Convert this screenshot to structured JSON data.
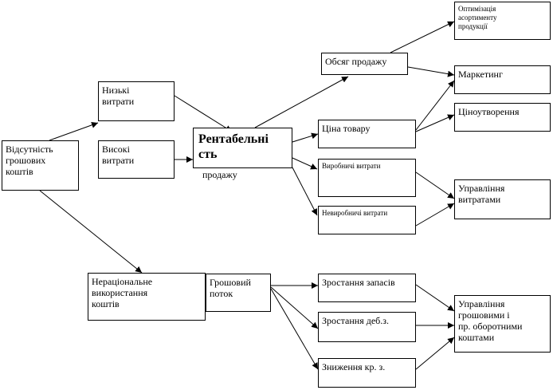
{
  "diagram": {
    "nodes": {
      "cash_shortage": "Відсутність\nгрошових\nкоштів",
      "low_costs": "Низькі\nвитрати",
      "high_costs": "Високі\nвитрати",
      "profitability_title": "Рентабельні\nсть",
      "profitability_sub": "продажу",
      "sales_volume": "Обсяг продажу",
      "price": "Ціна товару",
      "production_costs": "Виробничі витрати",
      "nonproduction_costs": "Невиробничі витрати",
      "assortment": "Оптимізація\nасортименту\nпродукції",
      "marketing": "Маркетинг",
      "pricing": "Ціноутворення",
      "cost_management": "Управління\nвитратами",
      "irrational_use": "Нераціональне\nвикористання\nкоштів",
      "cash_flow": "Грошовий\nпоток",
      "inventory_growth": "Зростання запасів",
      "receivables_growth": "Зростання деб.з.",
      "payables_decrease": "Зниження кр. з.",
      "cash_management": "Управління\nгрошовими і\nпр. оборотними\nкоштами"
    }
  }
}
